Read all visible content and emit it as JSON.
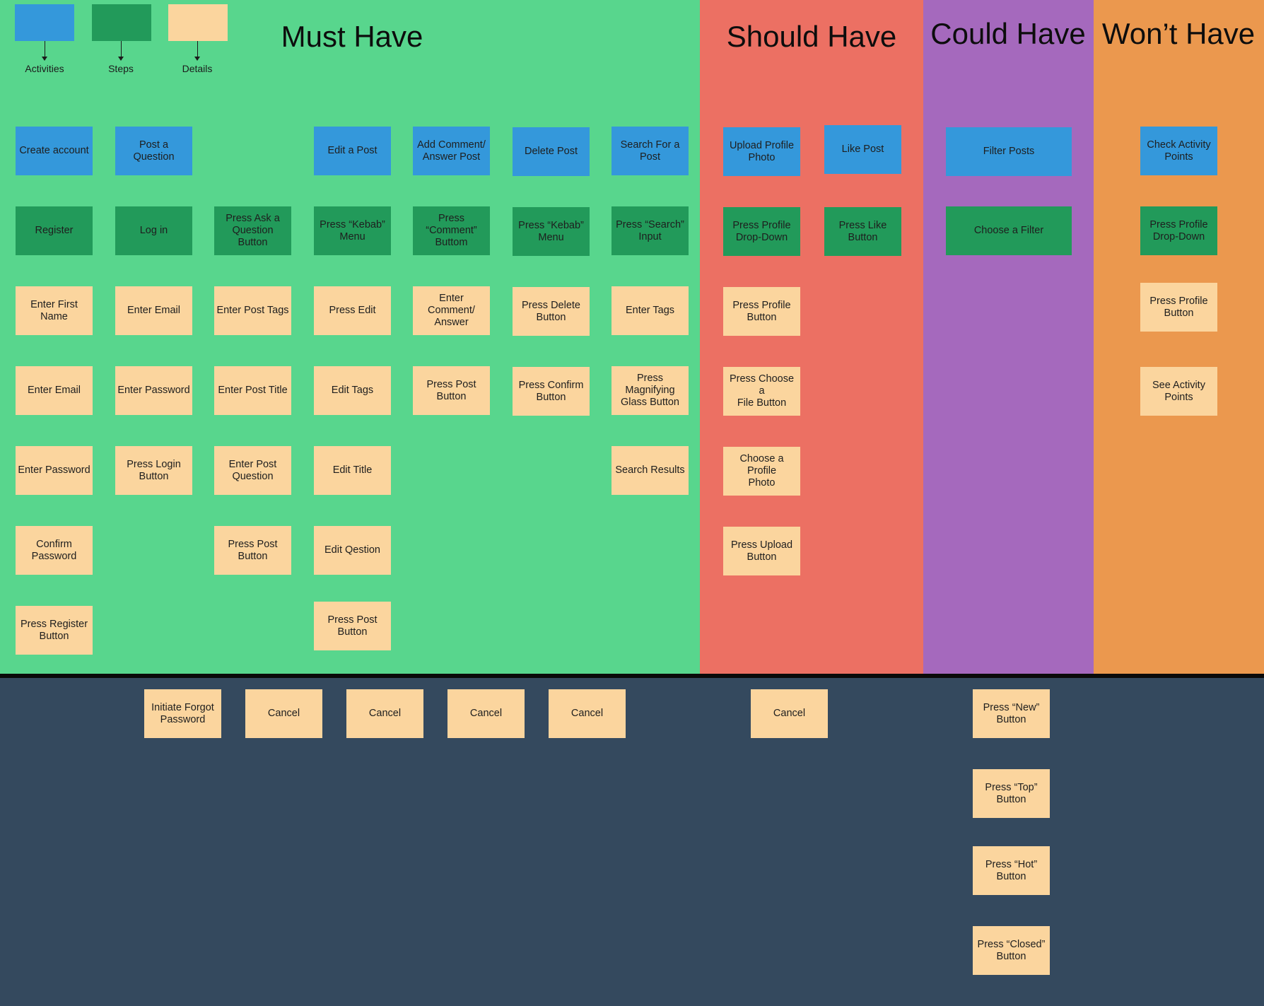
{
  "colors": {
    "must_have_bg": "#58d68d",
    "should_have_bg": "#ec7063",
    "could_have_bg": "#a569bd",
    "wont_have_bg": "#eb984e",
    "backlog_bg": "#34495e",
    "activity": "#3498db",
    "step": "#229a5a",
    "detail": "#fbd59e"
  },
  "legend": {
    "activities": "Activities",
    "steps": "Steps",
    "details": "Details"
  },
  "zones": {
    "must": "Must Have",
    "should": "Should Have",
    "could": "Could Have",
    "wont": "Won’t Have"
  },
  "activities": {
    "create_account": "Create account",
    "post_question": "Post a Question",
    "edit_post": "Edit a Post",
    "add_comment": "Add Comment/\nAnswer Post",
    "delete_post": "Delete Post",
    "search_post": "Search For a\nPost",
    "upload_photo": "Upload Profile\nPhoto",
    "like_post": "Like Post",
    "filter_posts": "Filter Posts",
    "check_points": "Check Activity\nPoints"
  },
  "steps": {
    "register": "Register",
    "log_in": "Log in",
    "press_ask": "Press Ask a\nQuestion Button",
    "press_kebab_edit": "Press “Kebab”\nMenu",
    "press_comment": "Press\n“Comment”\nButtom",
    "press_kebab_delete": "Press “Kebab”\nMenu",
    "press_search": "Press “Search”\nInput",
    "press_profile_dropdown": "Press Profile\nDrop-Down",
    "press_like": "Press Like\nButton",
    "choose_filter": "Choose a Filter",
    "press_profile_dropdown_wont": "Press Profile\nDrop-Down"
  },
  "details": {
    "create_account": [
      "Enter First\nName",
      "Enter Email",
      "Enter Password",
      "Confirm\nPassword",
      "Press Register\nButton"
    ],
    "log_in": [
      "Enter Email",
      "Enter Password",
      "Press Login\nButton"
    ],
    "post_question": [
      "Enter Post Tags",
      "Enter Post Title",
      "Enter Post\nQuestion",
      "Press Post\nButton"
    ],
    "edit_post": [
      "Press Edit",
      "Edit Tags",
      "Edit Title",
      "Edit Qestion",
      "Press Post\nButton"
    ],
    "add_comment": [
      "Enter\nComment/\nAnswer",
      "Press Post\nButton"
    ],
    "delete_post": [
      "Press Delete\nButton",
      "Press Confirm\nButton"
    ],
    "search_post": [
      "Enter Tags",
      "Press\nMagnifying\nGlass Button",
      "Search Results"
    ],
    "upload_photo": [
      "Press Profile\nButton",
      "Press Choose a\nFile Button",
      "Choose a Profile\nPhoto",
      "Press Upload\nButton"
    ],
    "check_points": [
      "Press Profile\nButton",
      "See Activity\nPoints"
    ]
  },
  "backlog": {
    "forgot_password": "Initiate Forgot\nPassword",
    "cancel_1": "Cancel",
    "cancel_2": "Cancel",
    "cancel_3": "Cancel",
    "cancel_4": "Cancel",
    "cancel_5": "Cancel",
    "filters": [
      "Press “New”\nButton",
      "Press “Top”\nButton",
      "Press “Hot”\nButton",
      "Press “Closed”\nButton"
    ]
  }
}
